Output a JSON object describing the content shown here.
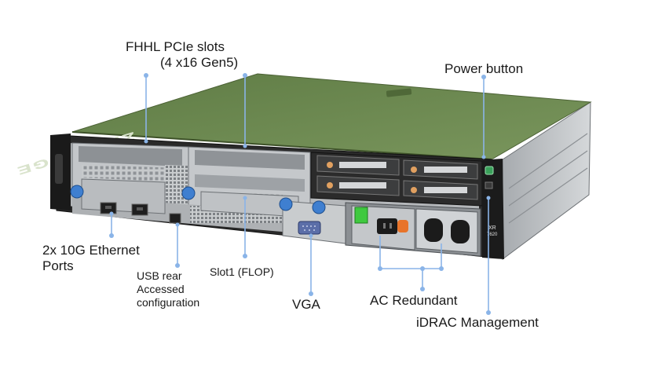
{
  "labels": {
    "pcie_line1": "FHHL PCIe slots",
    "pcie_line2": "(4 x16 Gen5)",
    "power_button": "Power button",
    "ethernet_line1": "2x 10G Ethernet",
    "ethernet_line2": "Ports",
    "usb_line1": "USB rear",
    "usb_line2": "Accessed",
    "usb_line3": "configuration",
    "slot1": "Slot1 (FLOP)",
    "vga": "VGA",
    "ac": "AC Redundant",
    "idrac": "iDRAC Management"
  },
  "device": {
    "lid_brand": "ZIPRANGE",
    "model_line1": "XR",
    "model_line2": "7620"
  },
  "colors": {
    "lid": "#6e8a52",
    "chassis_dark": "#1d1d1d",
    "metal": "#b9bcbf",
    "callout": "#8ab4e8",
    "psu_green": "#3fc93f",
    "psu_orange": "#e8742a",
    "blue_screw": "#3f7fd0"
  }
}
